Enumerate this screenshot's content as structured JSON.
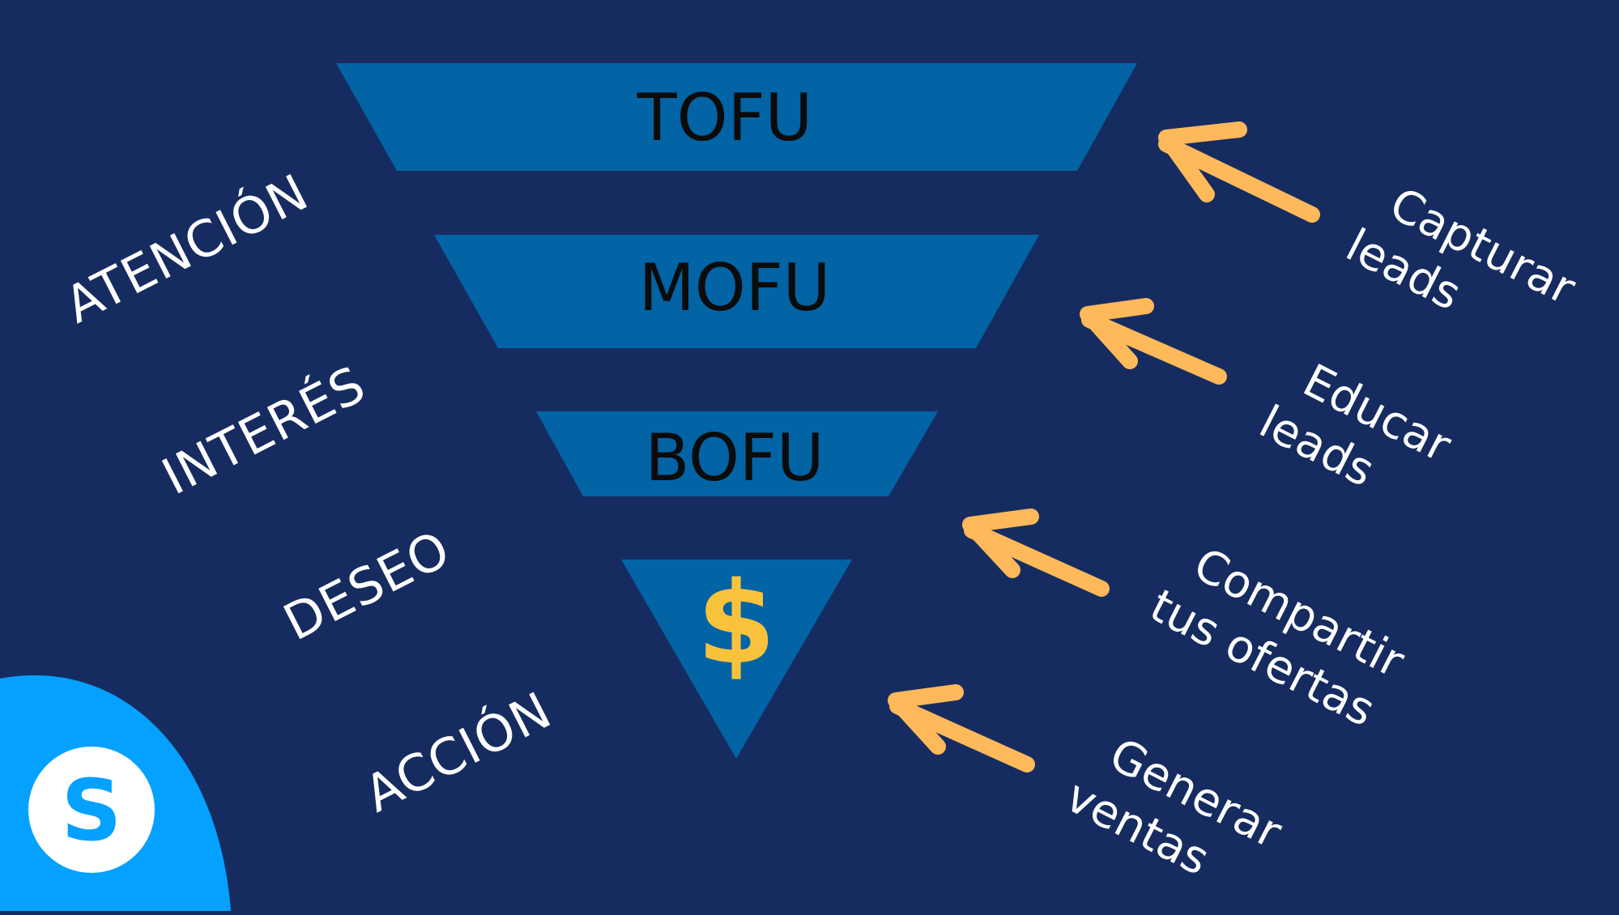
{
  "colors": {
    "background": "#162c60",
    "funnel_fill": "#0263a5",
    "arrow": "#fdb95a",
    "dollar": "#f9c23c",
    "logo_blue": "#04a1ff",
    "logo_text": "#04a1ff"
  },
  "funnel": {
    "tofu": "TOFU",
    "mofu": "MOFU",
    "bofu": "BOFU",
    "bottom_symbol": "$"
  },
  "stages": [
    {
      "label": "ATENCIÓN"
    },
    {
      "label": "INTERÉS"
    },
    {
      "label": "DESEO"
    },
    {
      "label": "ACCIÓN"
    }
  ],
  "actions": [
    {
      "line1": "Capturar",
      "line2": "leads"
    },
    {
      "line1": "Educar",
      "line2": "leads"
    },
    {
      "line1": "Compartir",
      "line2": "tus ofertas"
    },
    {
      "line1": "Generar",
      "line2": "ventas"
    }
  ],
  "logo": {
    "letter": "S",
    "icon": "brand-logo-icon"
  }
}
